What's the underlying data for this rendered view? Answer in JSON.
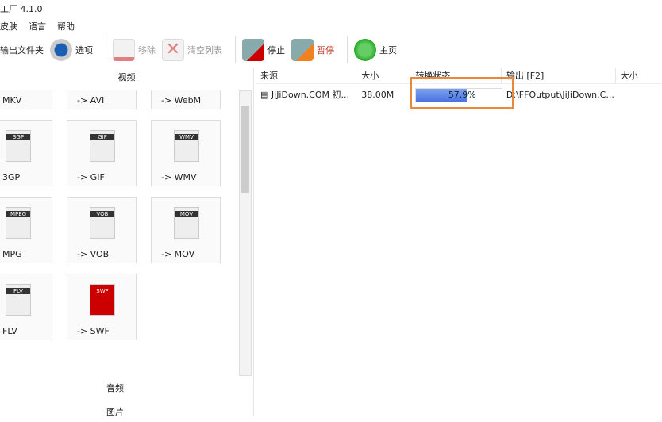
{
  "title": "工厂 4.1.0",
  "menu": [
    "皮肤",
    "语言",
    "帮助"
  ],
  "toolbar": {
    "output_folder": "输出文件夹",
    "options": "选项",
    "remove": "移除",
    "clear": "清空列表",
    "stop": "停止",
    "pause": "暂停",
    "home": "主页"
  },
  "left": {
    "section_video": "视频",
    "section_audio": "音频",
    "section_image": "图片",
    "tiles": [
      {
        "label": "MKV",
        "icon": ""
      },
      {
        "label": "-> AVI",
        "icon": ""
      },
      {
        "label": "-> WebM",
        "icon": ""
      },
      {
        "label": "3GP",
        "icon": "3GP"
      },
      {
        "label": "-> GIF",
        "icon": "GIF"
      },
      {
        "label": "-> WMV",
        "icon": "WMV"
      },
      {
        "label": "MPG",
        "icon": "MPEG"
      },
      {
        "label": "-> VOB",
        "icon": "VOB"
      },
      {
        "label": "-> MOV",
        "icon": "MOV"
      },
      {
        "label": "FLV",
        "icon": "FLV"
      },
      {
        "label": "-> SWF",
        "icon": "SWF"
      }
    ]
  },
  "table": {
    "headers": [
      "来源",
      "大小",
      "转换状态",
      "输出 [F2]",
      "大小"
    ],
    "rows": [
      {
        "source": "JiJiDown.COM 初...",
        "size": "38.00M",
        "progress": 57.9,
        "progress_text": "57.9%",
        "output": "D:\\FFOutput\\JiJiDown.C...",
        "out_size": ""
      }
    ]
  },
  "colors": {
    "highlight": "#e8883a",
    "progress": "#4a72e0"
  }
}
